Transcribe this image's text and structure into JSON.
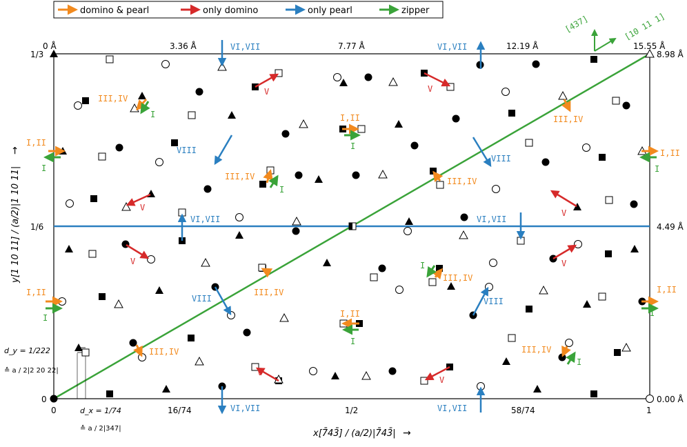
{
  "colors": {
    "domino_pearl": "#f28a1e",
    "only_domino": "#d62a2a",
    "only_pearl": "#2a7fc0",
    "zipper": "#3aa339",
    "frame": "#000000"
  },
  "legend": [
    {
      "key": "domino_pearl",
      "label": "domino & pearl"
    },
    {
      "key": "only_domino",
      "label": "only domino"
    },
    {
      "key": "only_pearl",
      "label": "only pearl"
    },
    {
      "key": "zipper",
      "label": "zipper"
    }
  ],
  "axes": {
    "bottom_ticks": [
      "0",
      "16/74",
      "1/2",
      "58/74",
      "1"
    ],
    "top_ticks": [
      "0 Å",
      "3.36 Å",
      "7.77 Å",
      "12.19 Å",
      "15.55 Å"
    ],
    "left_ticks": [
      "1/3",
      "1/6",
      "0"
    ],
    "right_ticks": [
      "8.98 Å",
      "4.49 Å",
      "0.00 Å"
    ],
    "x_label": "x[7̄43̄] / (a/2)|7̄43̄|",
    "x_label_arrow": "→",
    "y_label": "y[1 10 11] / (a/2)|1 10 11|",
    "y_label_arrow": "→"
  },
  "direction_labels": {
    "up": "[437]",
    "right": "[10 11 1]"
  },
  "step_annotations": {
    "dy_text": "d_y = 1/222",
    "dy_sub": "≙ a / 2|2 20 22|",
    "dx_text": "d_x = 1/74",
    "dx_sub": "≙ a / 2|347|"
  },
  "labels": {
    "i_ii": "I,II",
    "iii_iv": "III,IV",
    "v": "V",
    "vi_vii": "VI,VII",
    "viii": "VIII",
    "i": "I"
  }
}
